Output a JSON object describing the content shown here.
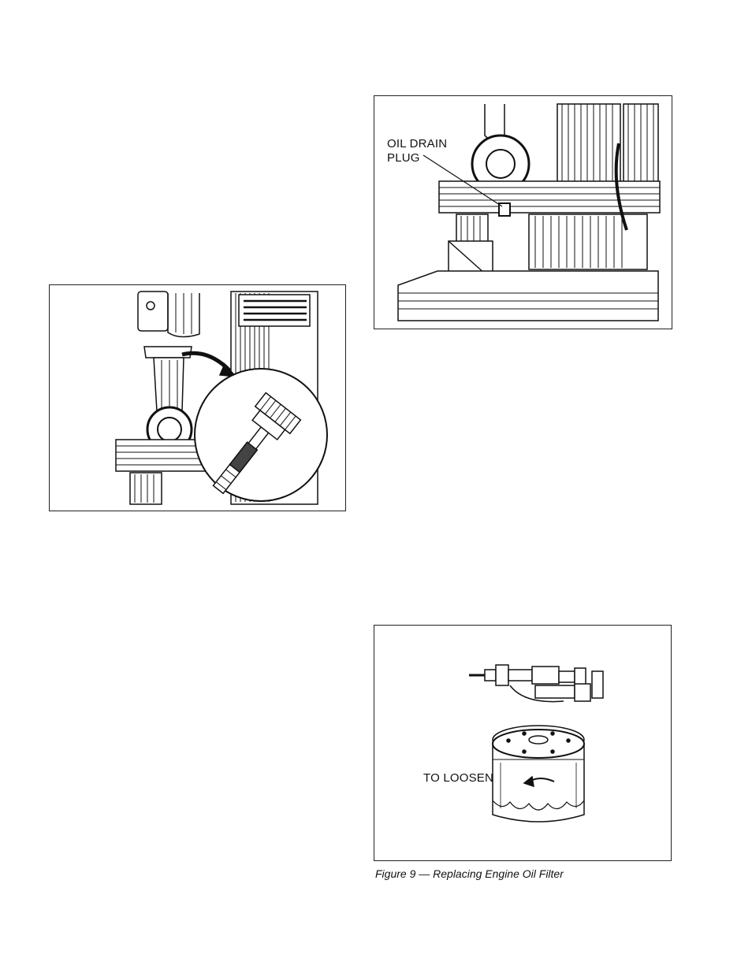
{
  "figures": {
    "dipstick": {
      "icons": [
        "engine-icon",
        "dipstick-icon",
        "arrow-icon"
      ]
    },
    "drain": {
      "label_line1": "OIL DRAIN",
      "label_line2": "PLUG",
      "icons": [
        "engine-base-icon",
        "drain-plug-icon"
      ]
    },
    "filter": {
      "loosen_label": "TO LOOSEN",
      "icons": [
        "oil-filter-icon",
        "filter-adapter-icon",
        "rotation-arrow-icon"
      ]
    }
  },
  "caption": "Figure 9 — Replacing Engine Oil Filter"
}
